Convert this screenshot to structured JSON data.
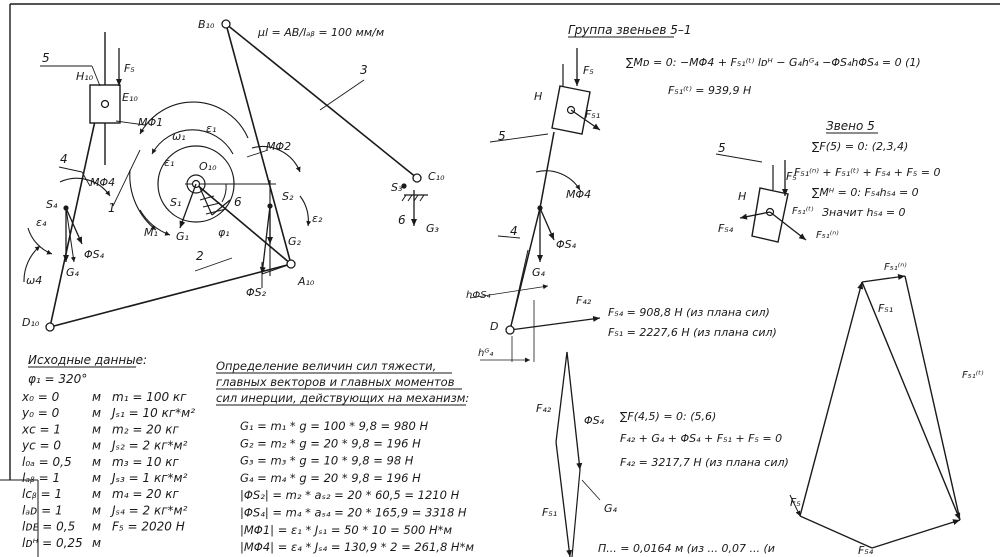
{
  "header": {
    "scale": "μl = AB/lₐᵦ = 100 мм/м",
    "group_title": "Группа звеньев 5–1"
  },
  "mechanism": {
    "points": {
      "B": "B₁₀",
      "C": "C₁₀",
      "A": "A₁₀",
      "D": "D₁₀",
      "E": "E₁₀",
      "H": "H₁₀",
      "O": "O₁₀",
      "S1": "S₁",
      "S2": "S₂",
      "S3": "S₃",
      "S4": "S₄"
    },
    "links": {
      "l1": "1",
      "l2": "2",
      "l3": "3",
      "l4": "4",
      "l5": "5",
      "l6a": "6",
      "l6b": "6"
    },
    "forces": {
      "F5": "F₅",
      "G1": "G₁",
      "G2": "G₂",
      "G3": "G₃",
      "G4": "G₄",
      "Phi_S2": "ΦS₂",
      "Phi_S4": "ΦS₄",
      "M_Phi1": "MΦ1",
      "M_Phi2": "MΦ2",
      "M_Phi4": "MΦ4",
      "M1": "M₁"
    },
    "kinematics": {
      "eps1a": "ε₁",
      "eps1b": "ε₁",
      "eps2": "ε₂",
      "eps4": "ε₄",
      "omega1": "ω₁",
      "omega4": "ω4",
      "phi1": "φ₁"
    }
  },
  "group51": {
    "eq1": "∑Mᴅ = 0: −MΦ4 + F₅₁⁽ᵗ⁾ lᴅᴴ − G₄hᴳ₄ −ΦS₄hΦS₄ = 0   (1)",
    "result": "F₅₁⁽ᵗ⁾ = 939,9 H",
    "labels": {
      "H": "H",
      "n5": "5",
      "n4": "4",
      "F5": "F₅",
      "F51": "F₅₁",
      "MPhi4": "MΦ4",
      "PhiS4": "ΦS₄",
      "G4": "G₄",
      "F42": "F₄₂",
      "hPhi": "hΦS₄",
      "hG": "hᴳ₄",
      "D": "D"
    }
  },
  "link5": {
    "title": "Звено 5",
    "lines": [
      "∑F(5) = 0: (2,3,4)",
      "F₅₁⁽ⁿ⁾ + F₅₁⁽ᵗ⁾ + F₅₄ + F₅ = 0",
      "∑Mᴴ = 0: F₅₄h₅₄ = 0",
      "Значит h₅₄ = 0"
    ],
    "labels": {
      "n5": "5",
      "H": "H",
      "F5": "F₅",
      "F51t": "F₅₁⁽ᵗ⁾",
      "F54": "F₅₄",
      "F51n": "F₅₁⁽ⁿ⁾"
    }
  },
  "results": {
    "f54": "F₅₄ = 908,8 H (из плана сил)",
    "f51": "F₅₁ = 2227,6 H (из плана сил)",
    "eq45": "∑F(4,5) = 0: (5,6)",
    "vec45": "F₄₂ + G₄ + ΦS₄ + F₅₁ + F₅ = 0",
    "f42": "F₄₂ = 3217,7 H (из плана сил)"
  },
  "force_plan": {
    "labels": {
      "F51n": "F₅₁⁽ⁿ⁾",
      "F51": "F₅₁",
      "F51t": "F₅₁⁽ᵗ⁾",
      "F5": "F₅",
      "F54": "F₅₄",
      "F42": "F₄₂",
      "PhiS4": "ΦS₄",
      "F51b": "F₅₁",
      "G4": "G₄"
    }
  },
  "initial": {
    "title": "Исходные данные:",
    "phi": "φ₁ = 320°",
    "rows": [
      [
        "x₀ = 0",
        "м",
        "m₁ = 100 кг"
      ],
      [
        "y₀ = 0",
        "м",
        "Jₛ₁ = 10 кг*м²"
      ],
      [
        "xᴄ = 1",
        "м",
        "m₂ = 20 кг"
      ],
      [
        "yᴄ = 0",
        "м",
        "Jₛ₂ = 2 кг*м²"
      ],
      [
        "l₀ₐ = 0,5",
        "м",
        "m₃ = 10 кг"
      ],
      [
        "lₐᵦ = 1",
        "м",
        "Jₛ₃ = 1 кг*м²"
      ],
      [
        "lᴄᵦ = 1",
        "м",
        "m₄ = 20 кг"
      ],
      [
        "lₐᴅ = 1",
        "м",
        "Jₛ₄ = 2 кг*м²"
      ],
      [
        "lᴅᴇ = 0,5",
        "м",
        "F₅ = 2020 H"
      ],
      [
        "lᴅᴴ = 0,25",
        "м",
        ""
      ]
    ]
  },
  "inertia": {
    "title_lines": [
      "Определение величин сил тяжести,",
      "главных векторов и главных моментов",
      "сил инерции, действующих на механизм:"
    ],
    "lines": [
      "G₁ = m₁ * g = 100 * 9,8 = 980 H",
      "G₂ = m₂ * g = 20 * 9,8 = 196 H",
      "G₃ = m₃ * g = 10 * 9,8 = 98 H",
      "G₄ = m₄ * g = 20 * 9,8 = 196 H",
      "|ΦS₂| = m₂ * aₛ₂ = 20 * 60,5 = 1210 H",
      "|ΦS₄| = m₄ * aₛ₄ = 20 * 165,9 = 3318 H",
      "|MΦ1| = ε₁ * Jₛ₁ = 50 * 10 = 500 H*м",
      "|MΦ4| = ε₄ * Jₛ₄ = 130,9 * 2 = 261,8 H*м"
    ]
  },
  "cut_bottom": {
    "text": "П... = 0,0164 м (из ... 0,07 ... (и"
  }
}
